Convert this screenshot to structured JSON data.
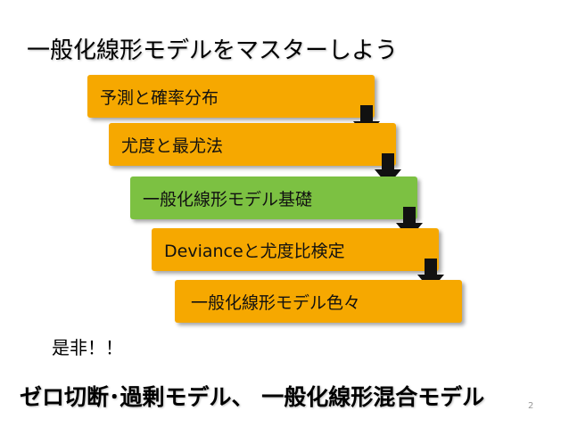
{
  "slide": {
    "title": "一般化線形モデルをマスターしよう",
    "steps": [
      {
        "label": "予測と確率分布",
        "color": "#f6a800"
      },
      {
        "label": "尤度と最尤法",
        "color": "#f6a800"
      },
      {
        "label": "一般化線形モデル基礎",
        "color": "#7cc142"
      },
      {
        "label": "Devianceと尤度比検定",
        "color": "#f6a800"
      },
      {
        "label": "一般化線形モデル色々",
        "color": "#f6a800"
      }
    ],
    "note": "是非！！",
    "bottom_text": "ゼロ切断･過剰モデル、 一般化線形混合モデル",
    "page_number": "2",
    "arrow_icon": "arrow-down-icon"
  }
}
